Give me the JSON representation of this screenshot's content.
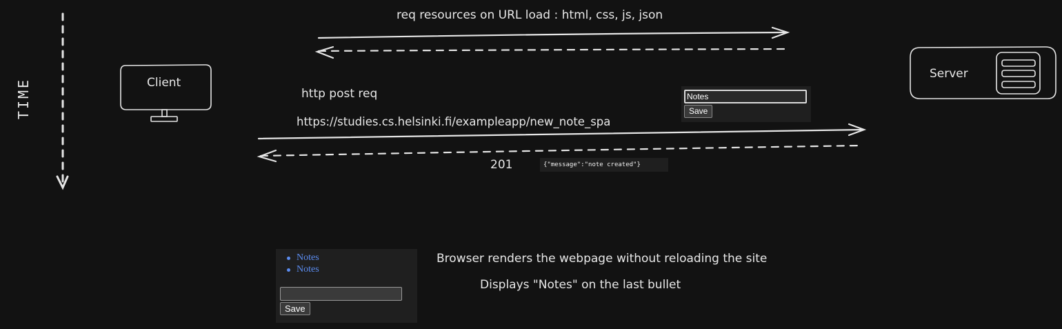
{
  "timeline": {
    "label": "TIME"
  },
  "nodes": {
    "client": {
      "label": "Client",
      "icon": "monitor-icon"
    },
    "server": {
      "label": "Server",
      "icon": "database-icon"
    }
  },
  "messages": {
    "resources_request": "req resources on URL load : html, css, js, json",
    "post_request": "http post req",
    "post_url": "https://studies.cs.helsinki.fi/exampleapp/new_note_spa",
    "status_code": "201",
    "render_note": "Browser renders the webpage without reloading the site",
    "display_note": "Displays \"Notes\" on the last bullet"
  },
  "form_screenshot": {
    "input_value": "Notes",
    "save_label": "Save"
  },
  "response_screenshot": {
    "json": "{\"message\":\"note created\"}"
  },
  "list_screenshot": {
    "items": [
      "Notes",
      "Notes"
    ],
    "save_label": "Save"
  },
  "colors": {
    "background": "#121212",
    "stroke": "#e6e6e6",
    "link": "#5b8cf0"
  }
}
